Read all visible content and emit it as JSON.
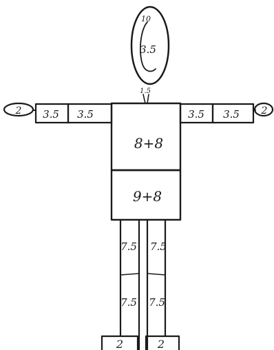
{
  "figure": {
    "head": {
      "top_label": "10",
      "center_label": "3.5"
    },
    "neck": {
      "label": "1.5"
    },
    "left_arm": {
      "hand": "2",
      "forearm": "3.5",
      "upper_arm": "3.5"
    },
    "right_arm": {
      "upper_arm": "3.5",
      "forearm": "3.5",
      "hand": "2"
    },
    "torso": {
      "chest": "8+8",
      "abdomen": "9+8"
    },
    "left_leg": {
      "thigh": "7.5",
      "shin": "7.5",
      "foot": "2"
    },
    "right_leg": {
      "thigh": "7.5",
      "shin": "7.5",
      "foot": "2"
    }
  }
}
